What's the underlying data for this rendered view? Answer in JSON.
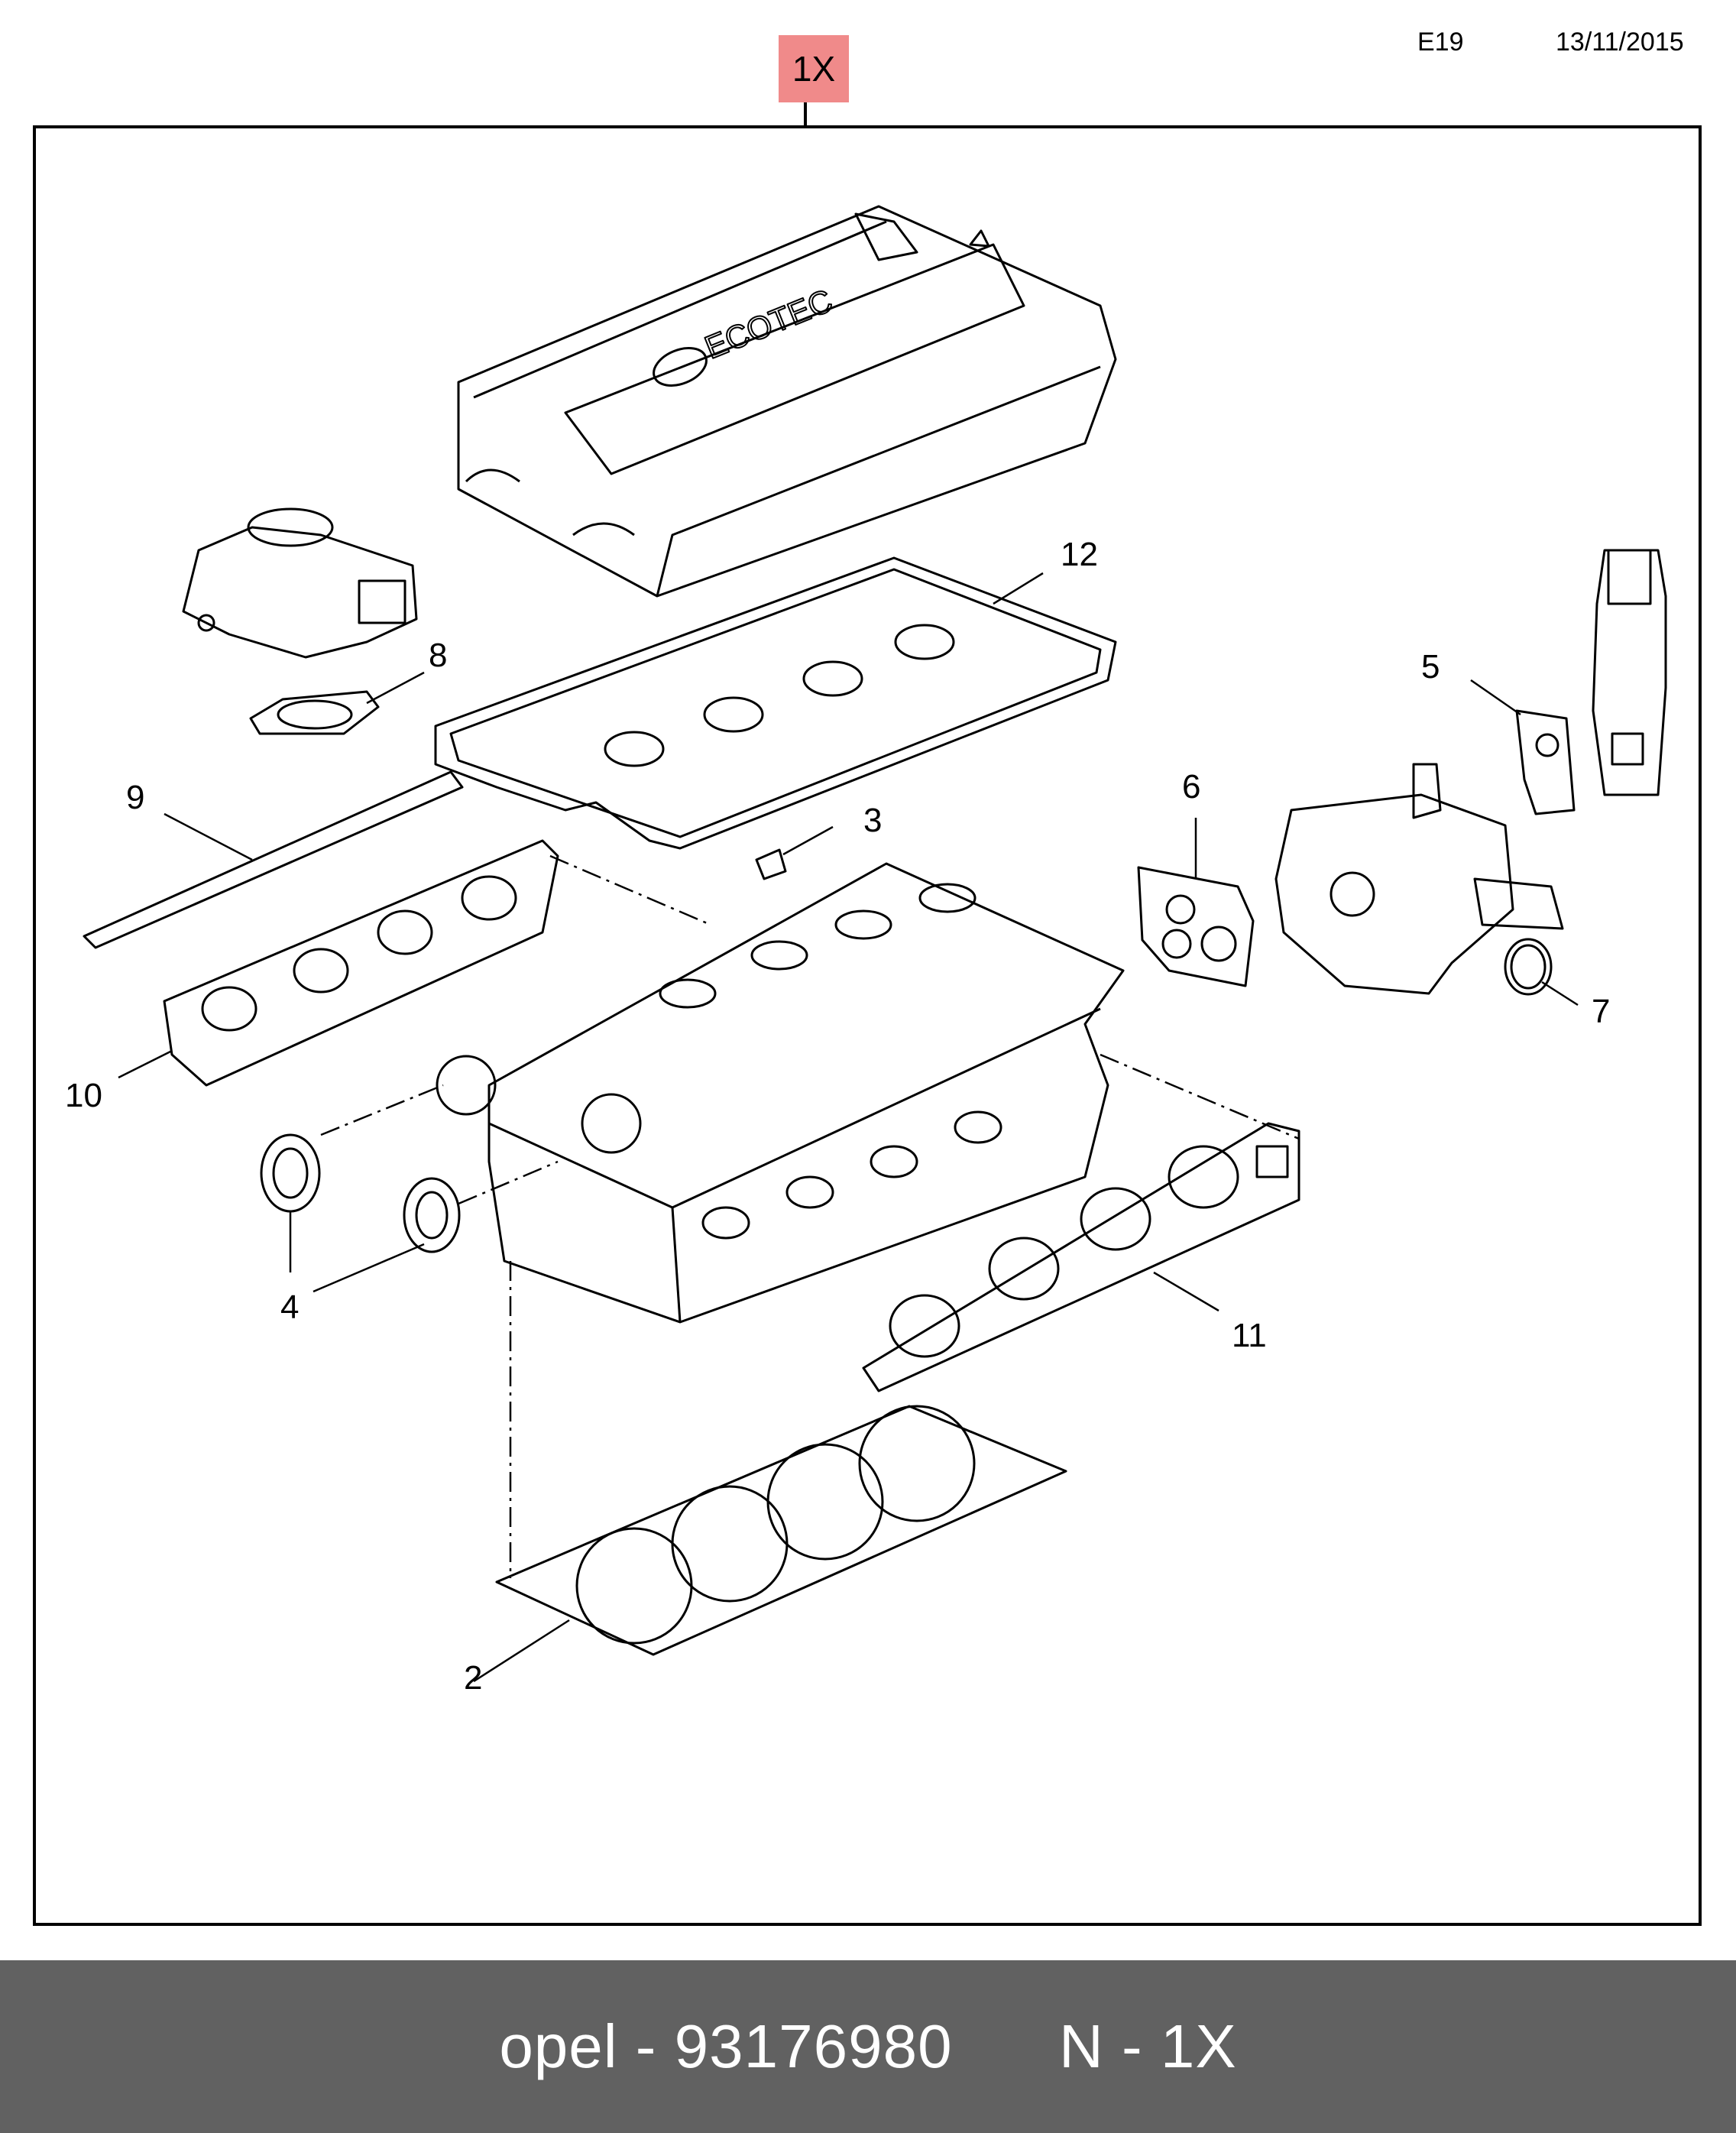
{
  "header": {
    "code": "E19",
    "date": "13/11/2015",
    "assembly_tag": "1X"
  },
  "callouts": [
    "2",
    "3",
    "4",
    "5",
    "6",
    "7",
    "8",
    "9",
    "10",
    "11",
    "12"
  ],
  "footer": {
    "brand_part": "opel - 93176980",
    "qty": "N - 1X"
  },
  "colors": {
    "tag_bg": "#f08a8a",
    "footer_bg": "#616161",
    "footer_text": "#ffffff"
  }
}
